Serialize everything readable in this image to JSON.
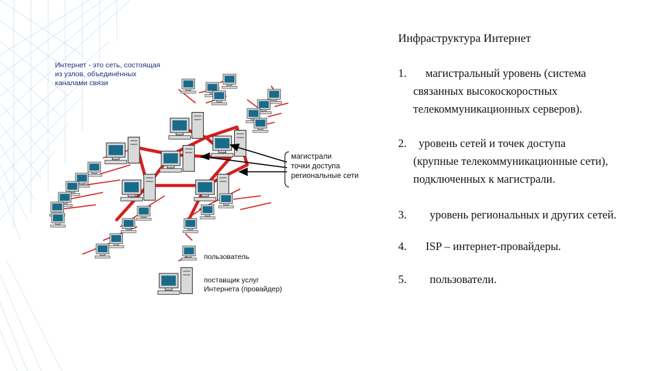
{
  "diagram": {
    "caption": [
      "Интернет - это сеть, состоящая",
      "из узлов, объединённых",
      "каналами связи"
    ],
    "callout": [
      "магистрали",
      "точки доступа",
      "региональные сети"
    ],
    "legend": {
      "user": [
        "пользователь"
      ],
      "provider": [
        "поставщик услуг",
        "Интернета (провайдер)"
      ]
    },
    "colors": {
      "link": "#d61f1f",
      "monitor": "#1a6b8a",
      "case": "#d9d9d9",
      "outline": "#333333",
      "caption": "#1f2e7a"
    }
  },
  "slide": {
    "title": "Инфраструктура Интернет",
    "items": [
      {
        "num": "1.",
        "lines": [
          "магистральный уровень (система",
          "связанных высокоскоростных",
          "телекоммуникационных серверов)."
        ]
      },
      {
        "num": "2.",
        "lines": [
          "уровень сетей и точек доступа",
          "(крупные телекоммуникационные сети),",
          "подключенных к магистрали."
        ]
      },
      {
        "num": "3.",
        "lines": [
          "уровень региональных и других сетей."
        ]
      },
      {
        "num": "4.",
        "lines": [
          "ISP – интернет-провайдеры."
        ]
      },
      {
        "num": "5.",
        "lines": [
          "пользователи."
        ]
      }
    ]
  }
}
